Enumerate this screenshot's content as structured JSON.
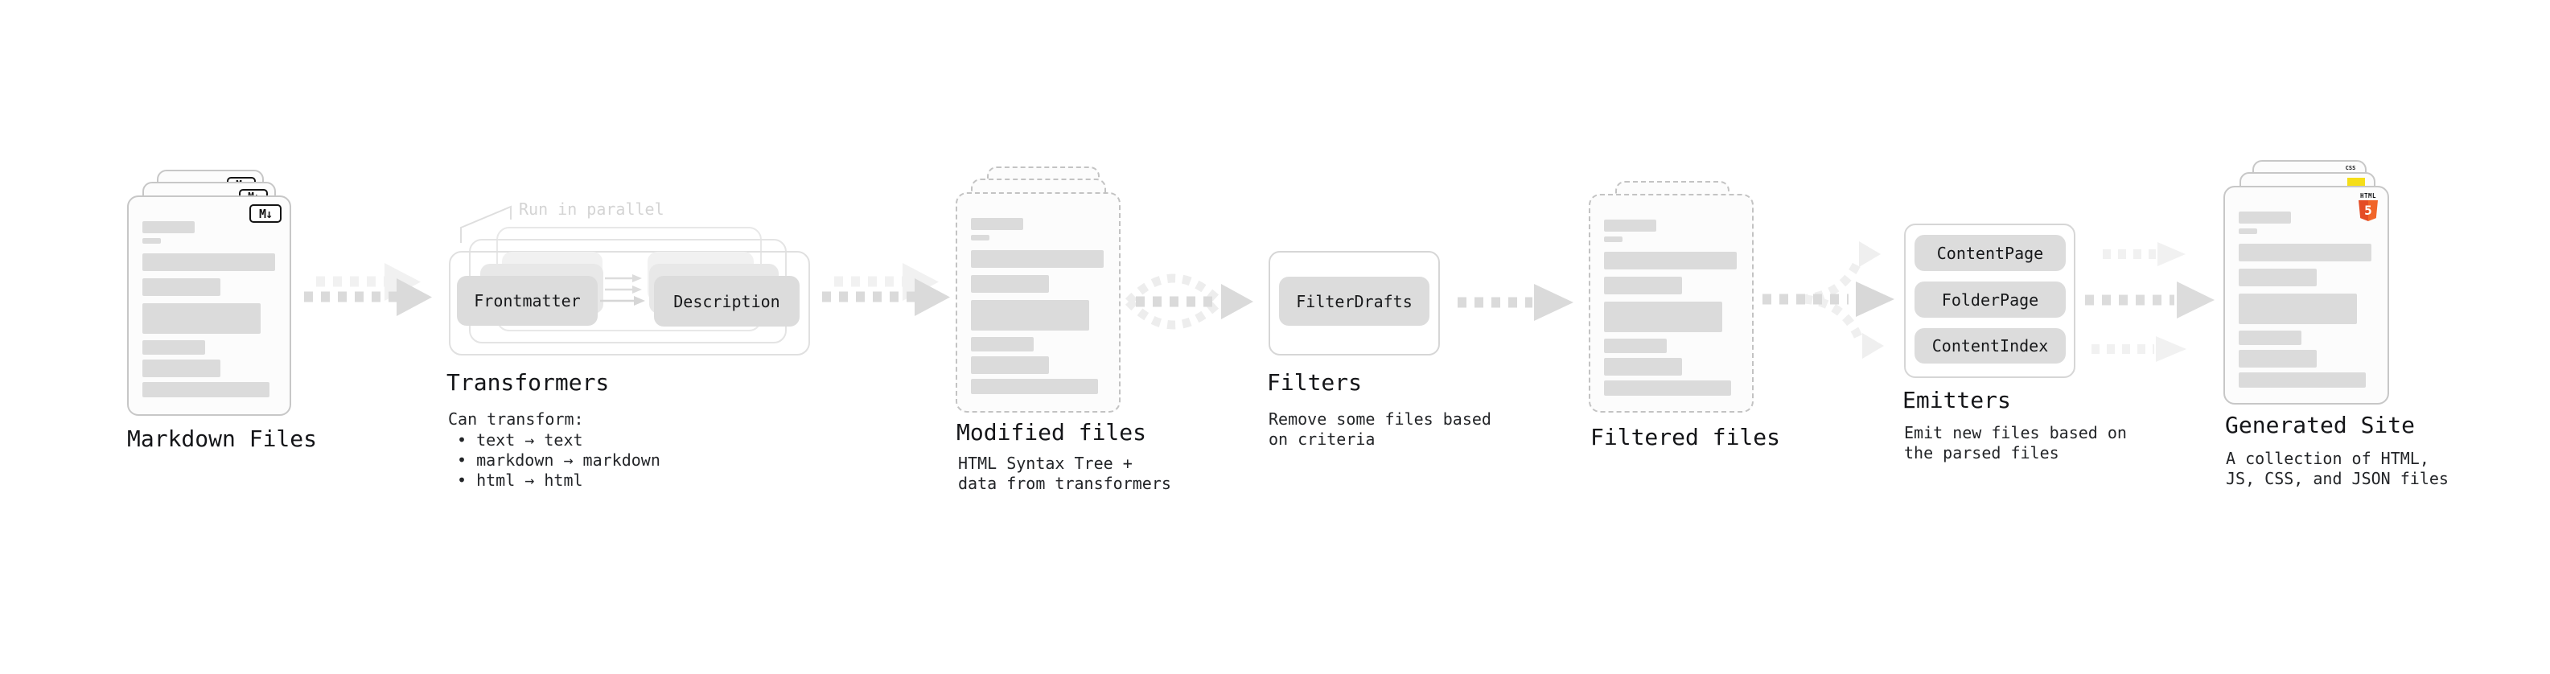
{
  "diagram": {
    "markdown_files": {
      "label": "Markdown Files",
      "file_icon": "M↓"
    },
    "transformers": {
      "label": "Transformers",
      "callout": "Run in parallel",
      "step_a": "Frontmatter",
      "step_b": "Description",
      "desc_heading": "Can transform:",
      "bullets": [
        "• text → text",
        "• markdown → markdown",
        "• html → html"
      ]
    },
    "modified_files": {
      "label": "Modified files",
      "desc_lines": [
        "HTML Syntax Tree +",
        "data from transformers"
      ]
    },
    "filters": {
      "label": "Filters",
      "pill": "FilterDrafts",
      "desc_lines": [
        "Remove some files based",
        "on criteria"
      ]
    },
    "filtered_files": {
      "label": "Filtered files"
    },
    "emitters": {
      "label": "Emitters",
      "pills": [
        "ContentPage",
        "FolderPage",
        "ContentIndex"
      ],
      "desc_lines": [
        "Emit new files based on",
        "the parsed files"
      ]
    },
    "generated_site": {
      "label": "Generated Site",
      "desc_lines": [
        "A collection of HTML,",
        "JS, CSS, and JSON files"
      ],
      "badges": {
        "css": "CSS",
        "html_word": "HTML",
        "html_number": "5"
      }
    },
    "colors": {
      "html5_orange": "#e44d26",
      "html5_orange_light": "#f16529",
      "js_yellow": "#f5de19",
      "css_blue": "#2967e0",
      "pill_gray": "#dcdcdc",
      "arrow_dark": "#d9d9d9",
      "arrow_light": "#f0f0f0",
      "text_dark": "#141518",
      "callout_gray": "#d4d4d4"
    }
  }
}
